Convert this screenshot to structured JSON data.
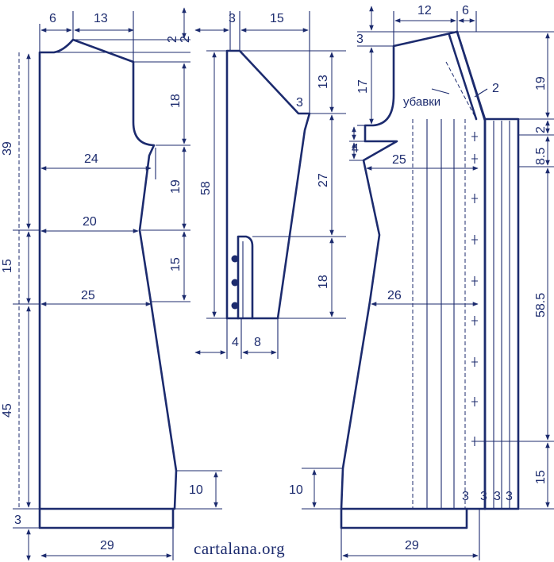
{
  "colors": {
    "ink": "#1c2b6e",
    "background": "#ffffff"
  },
  "back": {
    "neck_width": "6",
    "shoulder_width": "13",
    "shoulder_slope_a": "2",
    "shoulder_slope_b": "2",
    "armhole_height": "18",
    "armhole_to_waist": "19",
    "chest_half_width": "24",
    "waist_half_width": "20",
    "waist_to_hip": "15",
    "hip_half_width": "25",
    "upper_length": "39",
    "middle_length": "15",
    "lower_length": "45",
    "hem_height": "10",
    "border_height": "3",
    "bottom_width": "29"
  },
  "sleeve": {
    "cap_left": "3",
    "cap_width": "15",
    "cap_height": "13",
    "cap_bevel": "3",
    "total_length": "58",
    "middle_length": "27",
    "cuff_length": "18",
    "cuff_left_width": "4",
    "cuff_width": "8"
  },
  "front": {
    "neck_depth": "3",
    "shoulder_width": "12",
    "collar_width": "6",
    "neck_height": "17",
    "decrease_label": "убавки",
    "band_width": "2",
    "total_top": "19",
    "dart_height": "4",
    "chest_half_width": "25",
    "band_segment_a": "2",
    "band_segment_b": "8.5",
    "waist_half_width": "26",
    "band_length": "58.5",
    "hem_height": "10",
    "band_bottom": "15",
    "band_columns": [
      "3",
      "3",
      "3",
      "3"
    ],
    "bottom_width": "29"
  },
  "watermark": "cartalana.org"
}
